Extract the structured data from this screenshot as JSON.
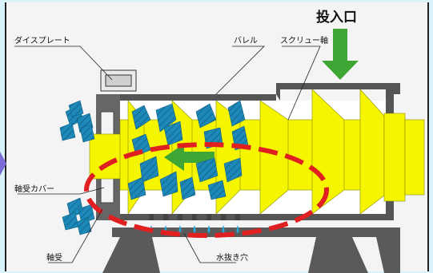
{
  "labels": {
    "inlet": "投入口",
    "die_plate": "ダイスプレート",
    "barrel": "バレル",
    "screw_shaft": "スクリュー軸",
    "bearing_cover": "軸受カバー",
    "bearing": "軸受",
    "drain_holes": "水抜き穴"
  },
  "colors": {
    "screw": "#f5f500",
    "chips": "#1e88b8",
    "casing": "#555555",
    "arrow": "#3fa535",
    "highlight": "#e02020",
    "water": "#2aa6d8"
  },
  "icons": {
    "inlet_arrow": "arrow-down-icon",
    "flow_arrow": "arrow-left-icon",
    "side_marker": "chevron-icon"
  }
}
